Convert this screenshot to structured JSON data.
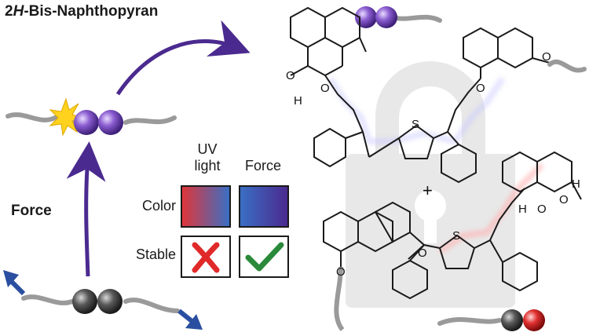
{
  "title": {
    "prefix": "2",
    "italic": "H",
    "suffix": "-Bis-Naphthopyran"
  },
  "force_label": "Force",
  "table": {
    "col_uv_line1": "UV",
    "col_uv_line2": "light",
    "col_force": "Force",
    "row_color": "Color",
    "row_stable": "Stable",
    "uv_color_gradient": [
      "#e0363a",
      "#3a6fc4"
    ],
    "force_color_gradient": [
      "#3a6fc4",
      "#4b2a8f"
    ],
    "uv_stable": "cross",
    "force_stable": "check"
  },
  "atoms": {
    "O": "O",
    "H": "H",
    "S": "S",
    "plus": "+"
  },
  "colors": {
    "arrow": "#4b2a8f",
    "bead_purple": "#7a4cc0",
    "bead_gray": "#555555",
    "bead_red": "#d42a2a",
    "polymer": "#9a9a9a",
    "pull_arrow": "#2a4fa0",
    "lock": "#e6e6e6",
    "cross": "#e02a2a",
    "check": "#2a8a3a",
    "spark": "#ffd21e"
  }
}
